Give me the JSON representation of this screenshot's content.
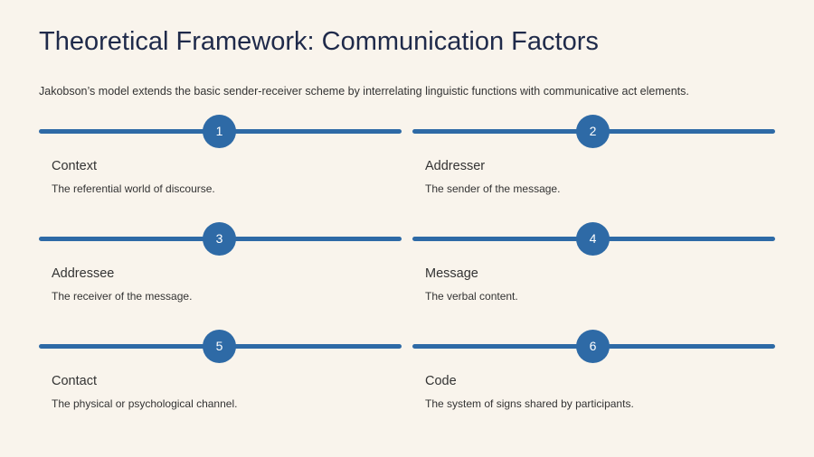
{
  "title": "Theoretical Framework: Communication Factors",
  "subtitle": "Jakobson’s model extends the basic sender-receiver scheme by interrelating linguistic functions with communicative act elements.",
  "accent_color": "#2e6aa6",
  "factors": [
    {
      "number": "1",
      "title": "Context",
      "description": "The referential world of discourse."
    },
    {
      "number": "2",
      "title": "Addresser",
      "description": "The sender of the message."
    },
    {
      "number": "3",
      "title": "Addressee",
      "description": "The receiver of the message."
    },
    {
      "number": "4",
      "title": "Message",
      "description": "The verbal content."
    },
    {
      "number": "5",
      "title": "Contact",
      "description": "The physical or psychological channel."
    },
    {
      "number": "6",
      "title": "Code",
      "description": "The system of signs shared by participants."
    }
  ]
}
